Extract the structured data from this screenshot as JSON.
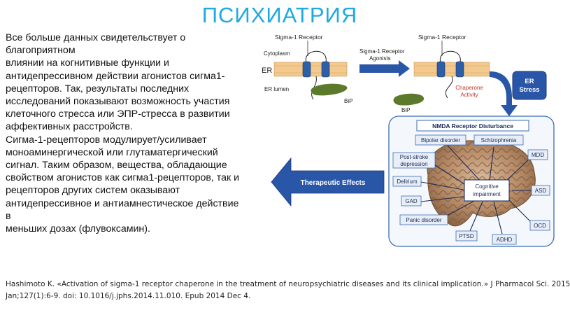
{
  "title": "ПСИХИАТРИЯ",
  "body_lines": [
    "Все больше данных свидетельствует о",
    "благоприятном",
    "влиянии на когнитивные функции и",
    "антидепрессивном действии агонистов сигма1-",
    "рецепторов. Так, результаты последних",
    "исследований показывают возможность участия",
    "клеточного стресса или ЭПР-стресса в развитии",
    "аффективных расстройств.",
    "Сигма-1-рецепторов модулирует/усиливает",
    "моноаминергической или глутаматергический",
    "сигнал. Таким образом, вещества, обладающие",
    "свойством агонистов как сигма1-рецепторов, так и",
    "рецепторов других систем оказывают",
    "антидепрессивное и антиамнестическое действие",
    "в",
    "меньших дозах (флувоксамин)."
  ],
  "citation_lines": [
    "Hashimoto K. «Activation of sigma-1 receptor chaperone in the treatment of neuropsychiatric diseases and its clinical implication.» J Pharmacol Sci. 2015",
    "Jan;127(1):6-9. doi: 10.1016/j.jphs.2014.11.010. Epub 2014 Dec 4."
  ],
  "diagram": {
    "sigma_receptor_left": "Sigma-1 Receptor",
    "sigma_receptor_right": "Sigma-1 Receptor",
    "cytoplasm": "Cytoplasm",
    "er": "ER",
    "er_lumen": "ER lumen",
    "bip_left": "BiP",
    "bip_right": "BiP",
    "agonists_line1": "Sigma-1 Receptor",
    "agonists_line2": "Agonists",
    "chaperone_line1": "Chaperone",
    "chaperone_line2": "Activity",
    "er_stress_line1": "ER",
    "er_stress_line2": "Stress",
    "nmda": "NMDA Receptor Disturbance",
    "therapeutic": "Therapeutic Effects",
    "cognitive_line1": "Cognitive",
    "cognitive_line2": "impairment",
    "disorders": {
      "bipolar": "Bipolar disorder",
      "schizophrenia": "Schizophrenia",
      "mdd": "MDD",
      "poststroke_line1": "Post-stroke",
      "poststroke_line2": "depression",
      "delirium": "Delirium",
      "asd": "ASD",
      "gad": "GAD",
      "panic": "Panic disorder",
      "ocd": "OCD",
      "ptsd": "PTSD",
      "adhd": "ADHD"
    }
  },
  "colors": {
    "title": "#1fa9e1",
    "arrow_blue": "#2a56a8",
    "receptor": "#2d5fa6",
    "membrane": "#f3c98e",
    "bip": "#5c7a2b",
    "chaperone_text": "#c0392b",
    "er_stress_bg": "#2a56a8",
    "box_border": "#3b6db3"
  }
}
